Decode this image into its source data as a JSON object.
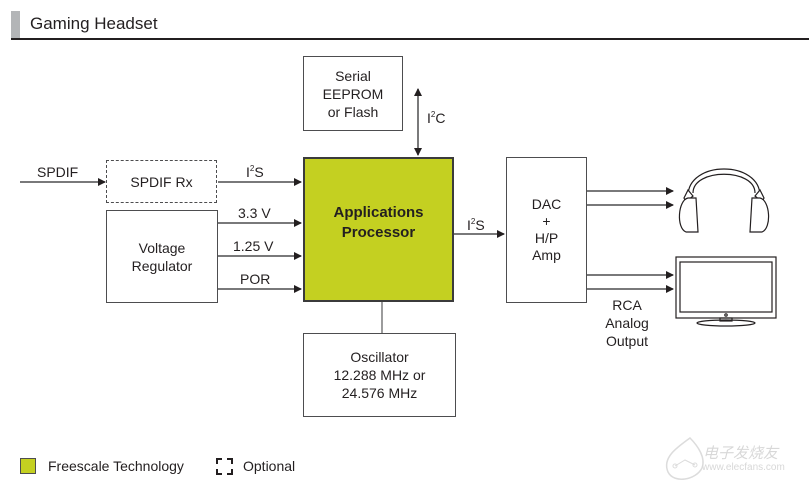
{
  "header": {
    "title": "Gaming Headset"
  },
  "blocks": {
    "eeprom": {
      "lines": [
        "Serial",
        "EEPROM",
        "or Flash"
      ]
    },
    "spdif_rx": {
      "label": "SPDIF Rx",
      "optional": true
    },
    "voltage_regulator": {
      "lines": [
        "Voltage",
        "Regulator"
      ]
    },
    "processor": {
      "lines": [
        "Applications",
        "Processor"
      ],
      "color": "#c4d021"
    },
    "oscillator": {
      "lines": [
        "Oscillator",
        "12.288 MHz or",
        "24.576 MHz"
      ]
    },
    "dac": {
      "lines": [
        "DAC",
        "+",
        "H/P",
        "Amp"
      ]
    }
  },
  "signals": {
    "spdif_in": "SPDIF",
    "i2s_in": {
      "base": "I",
      "sup": "2",
      "rest": "S"
    },
    "v33": "3.3 V",
    "v125": "1.25 V",
    "por": "POR",
    "i2c": {
      "base": "I",
      "sup": "2",
      "rest": "C"
    },
    "i2s_out": {
      "base": "I",
      "sup": "2",
      "rest": "S"
    },
    "rca": [
      "RCA",
      "Analog",
      "Output"
    ]
  },
  "devices": {
    "headphones": "headphones-icon",
    "tv": "tv-icon"
  },
  "legend": {
    "freescale": "Freescale Technology",
    "optional": "Optional"
  },
  "watermark": {
    "brand": "电子发烧友",
    "url": "www.elecfans.com"
  }
}
